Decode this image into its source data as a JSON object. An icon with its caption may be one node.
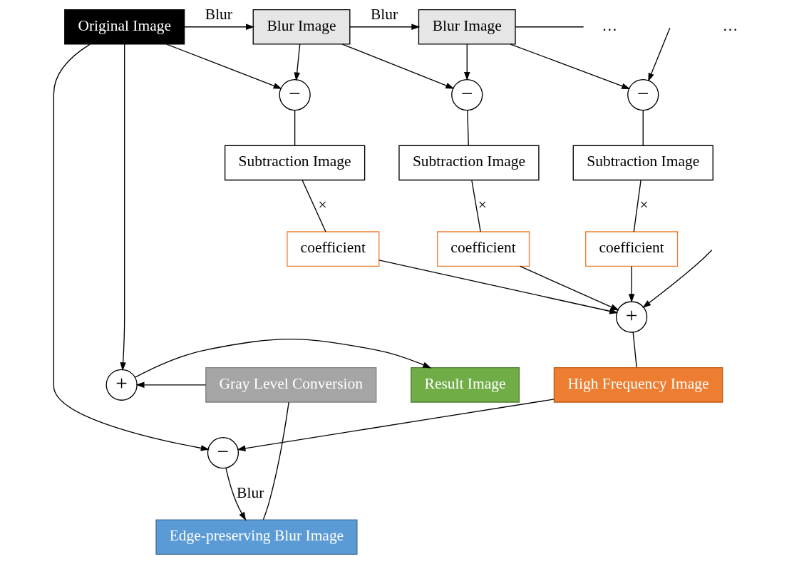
{
  "diagram": {
    "nodes": [
      {
        "text": [
          "Original Image"
        ]
      },
      {
        "text": [
          "Blur Image"
        ]
      },
      {
        "text": [
          "Blur Image"
        ]
      },
      {
        "text": [
          "…"
        ]
      },
      {
        "text": [
          "−"
        ]
      },
      {
        "text": [
          "−"
        ]
      },
      {
        "text": [
          "−"
        ]
      },
      {
        "text": [
          "Subtraction Image"
        ]
      },
      {
        "text": [
          "Subtraction Image"
        ]
      },
      {
        "text": [
          "Subtraction Image"
        ]
      },
      {
        "text": [
          "coefficient"
        ]
      },
      {
        "text": [
          "coefficient"
        ]
      },
      {
        "text": [
          "coefficient"
        ]
      },
      {
        "text": [
          "+"
        ]
      },
      {
        "text": [
          "High Frequency Image"
        ]
      },
      {
        "text": [
          "Gray Level Conversion"
        ]
      },
      {
        "text": [
          "+"
        ]
      },
      {
        "text": [
          "Result Image"
        ]
      },
      {
        "text": [
          "−"
        ]
      },
      {
        "text": [
          "Edge-preserving Blur Image"
        ]
      }
    ],
    "edges": [
      {
        "from": 0,
        "to": 1,
        "arrow": "to",
        "label": "Blur"
      },
      {
        "from": 1,
        "to": 2,
        "arrow": "to",
        "label": "Blur"
      },
      {
        "from": 2,
        "to": 3,
        "arrow": "none"
      },
      {
        "from": 0,
        "to": 4,
        "arrow": "to"
      },
      {
        "from": 1,
        "to": 4,
        "arrow": "to"
      },
      {
        "from": 1,
        "to": 5,
        "arrow": "to"
      },
      {
        "from": 2,
        "to": 5,
        "arrow": "to"
      },
      {
        "from": 2,
        "to": 6,
        "arrow": "to"
      },
      {
        "from": null,
        "to": 6,
        "arrow": "to"
      },
      {
        "from": 4,
        "to": 7,
        "arrow": "none"
      },
      {
        "from": 5,
        "to": 8,
        "arrow": "none"
      },
      {
        "from": 6,
        "to": 9,
        "arrow": "none"
      },
      {
        "from": 7,
        "to": 10,
        "arrow": "none",
        "label": "×"
      },
      {
        "from": 8,
        "to": 11,
        "arrow": "none",
        "label": "×"
      },
      {
        "from": 9,
        "to": 12,
        "arrow": "none",
        "label": "×"
      },
      {
        "from": 10,
        "to": 13,
        "arrow": "to"
      },
      {
        "from": 11,
        "to": 13,
        "arrow": "to"
      },
      {
        "from": 12,
        "to": 13,
        "arrow": "to"
      },
      {
        "from": null,
        "to": 13,
        "arrow": "to"
      },
      {
        "from": 13,
        "to": 14,
        "arrow": "none"
      },
      {
        "from": 14,
        "to": 18,
        "arrow": "to"
      },
      {
        "from": 0,
        "to": 18,
        "arrow": "to"
      },
      {
        "from": 18,
        "to": 19,
        "arrow": "to",
        "label": "Blur"
      },
      {
        "from": 19,
        "to": 15,
        "arrow": "none"
      },
      {
        "from": 15,
        "to": 16,
        "arrow": "to"
      },
      {
        "from": 0,
        "to": 16,
        "arrow": "to"
      },
      {
        "from": 16,
        "to": 17,
        "arrow": "to"
      }
    ],
    "labels": [
      "…"
    ]
  }
}
